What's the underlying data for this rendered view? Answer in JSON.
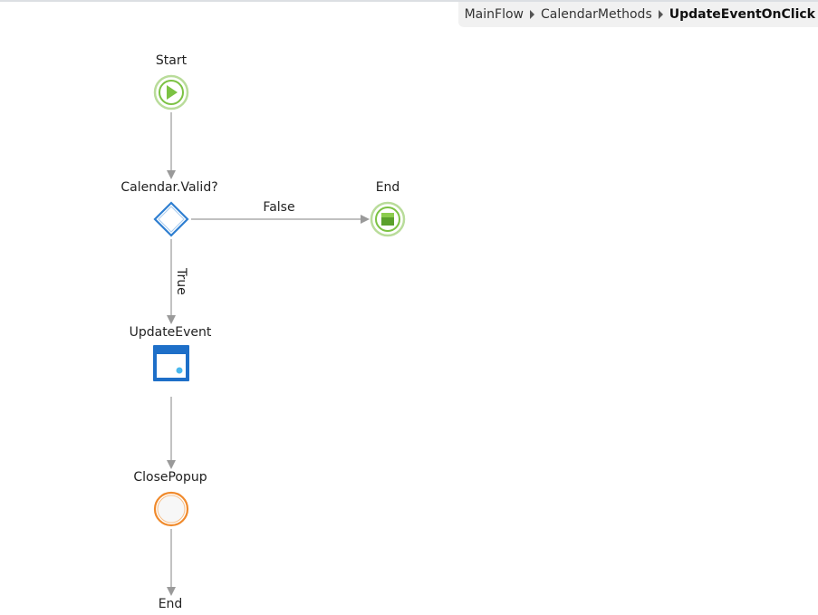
{
  "breadcrumb": {
    "items": [
      "MainFlow",
      "CalendarMethods"
    ],
    "current": "UpdateEventOnClick"
  },
  "flow": {
    "nodes": {
      "start": {
        "label": "Start",
        "icon": "play-icon"
      },
      "if": {
        "label": "Calendar.Valid?",
        "icon": "diamond-icon"
      },
      "end_false": {
        "label": "End",
        "icon": "stop-icon"
      },
      "action": {
        "label": "UpdateEvent",
        "icon": "server-action-icon"
      },
      "client": {
        "label": "ClosePopup",
        "icon": "client-action-icon"
      },
      "end_bottom": {
        "label": "End"
      }
    },
    "edges": {
      "false_label": "False",
      "true_label": "True"
    }
  },
  "colors": {
    "start_green": "#7cc243",
    "end_green": "#5aa02c",
    "diamond_blue": "#2f7fd1",
    "action_blue": "#1e6fc8",
    "client_orange": "#f08a2c",
    "connector": "#9a9a9a"
  }
}
